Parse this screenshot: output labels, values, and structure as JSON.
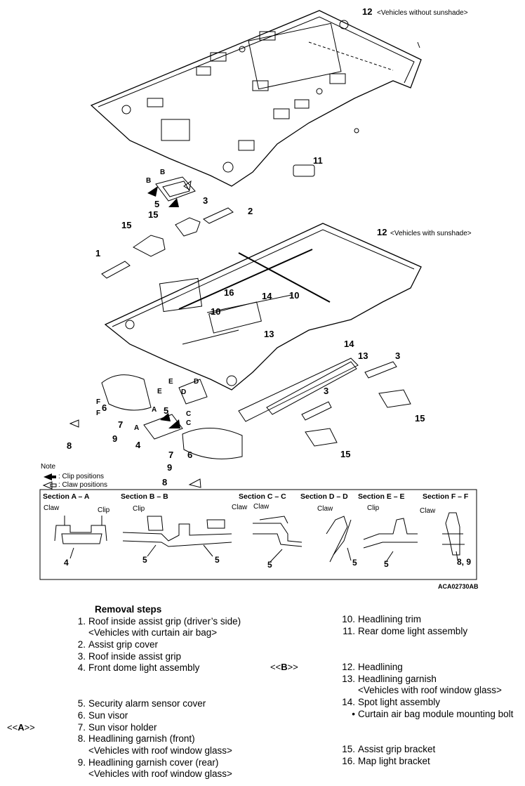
{
  "diagram": {
    "callouts": {
      "top_12": "12",
      "top_12_note": "<Vehicles without sunshade>",
      "c11": "11",
      "mid_12": "12",
      "mid_12_note": "<Vehicles with sunshade>",
      "c1": "1",
      "c2": "2",
      "c3a": "3",
      "c15a": "15",
      "c15b": "15",
      "c16": "16",
      "c14a": "14",
      "c13a": "13",
      "c10a": "10",
      "c10b": "10",
      "c14b": "14",
      "c13b": "13",
      "c3b": "3",
      "c3c": "3",
      "c15c": "15",
      "c15d": "15",
      "c5a": "5",
      "c5b": "5",
      "c6a": "6",
      "c6b": "6",
      "c7a": "7",
      "c7b": "7",
      "c8a": "8",
      "c8b": "8",
      "c9a": "9",
      "c9b": "9",
      "c4": "4",
      "B": "B",
      "A": "A",
      "C": "C",
      "D": "D",
      "E": "E",
      "F": "F"
    },
    "note": {
      "title": "Note",
      "clip": ": Clip positions",
      "claw": ": Claw positions"
    },
    "sections": [
      {
        "title": "Section A – A",
        "labels": [
          "Claw",
          "Clip"
        ],
        "part": "4"
      },
      {
        "title": "Section B – B",
        "labels": [
          "Clip",
          "Claw"
        ],
        "part": "5",
        "part2": "5"
      },
      {
        "title": "Section C – C",
        "labels": [
          "Claw"
        ],
        "part": "5"
      },
      {
        "title": "Section D – D",
        "labels": [
          "Claw"
        ],
        "part": "5"
      },
      {
        "title": "Section E – E",
        "labels": [
          "Clip"
        ],
        "part": "5"
      },
      {
        "title": "Section F – F",
        "labels": [
          "Claw"
        ],
        "part": "8, 9"
      }
    ],
    "figure_code": "ACA02730AB"
  },
  "removal": {
    "heading": "Removal steps",
    "left": [
      {
        "num": "1.",
        "text": "Roof inside assist grip (driver’s side)"
      },
      {
        "num": "",
        "text": "<Vehicles with curtain air bag>"
      },
      {
        "num": "2.",
        "text": "Assist grip cover"
      },
      {
        "num": "3.",
        "text": "Roof inside assist grip"
      },
      {
        "num": "4.",
        "text": "Front dome light assembly"
      },
      {
        "num": "5.",
        "text": "Security alarm sensor cover"
      },
      {
        "num": "6.",
        "text": "Sun visor"
      },
      {
        "num": "7.",
        "text": "Sun visor holder"
      },
      {
        "num": "8.",
        "text": "Headlining garnish (front)"
      },
      {
        "num": "",
        "text": "<Vehicles with roof window glass>"
      },
      {
        "num": "9.",
        "text": "Headlining garnish cover (rear)"
      },
      {
        "num": "",
        "text": "<Vehicles with roof window glass>"
      }
    ],
    "right": [
      {
        "num": "10.",
        "text": "Headlining trim"
      },
      {
        "num": "11.",
        "text": "Rear dome light assembly"
      },
      {
        "num": "12.",
        "text": "Headlining"
      },
      {
        "num": "13.",
        "text": "Headlining garnish"
      },
      {
        "num": "",
        "text": "<Vehicles with roof window glass>"
      },
      {
        "num": "14.",
        "text": "Spot light assembly"
      },
      {
        "num": "•",
        "text": "Curtain air bag module mounting bolt"
      },
      {
        "num": "15.",
        "text": "Assist grip bracket"
      },
      {
        "num": "16.",
        "text": "Map light bracket"
      }
    ],
    "tag_A_pre": "<<",
    "tag_A": "A",
    "tag_A_post": ">>",
    "tag_B_pre": "<<",
    "tag_B": "B",
    "tag_B_post": ">>"
  }
}
